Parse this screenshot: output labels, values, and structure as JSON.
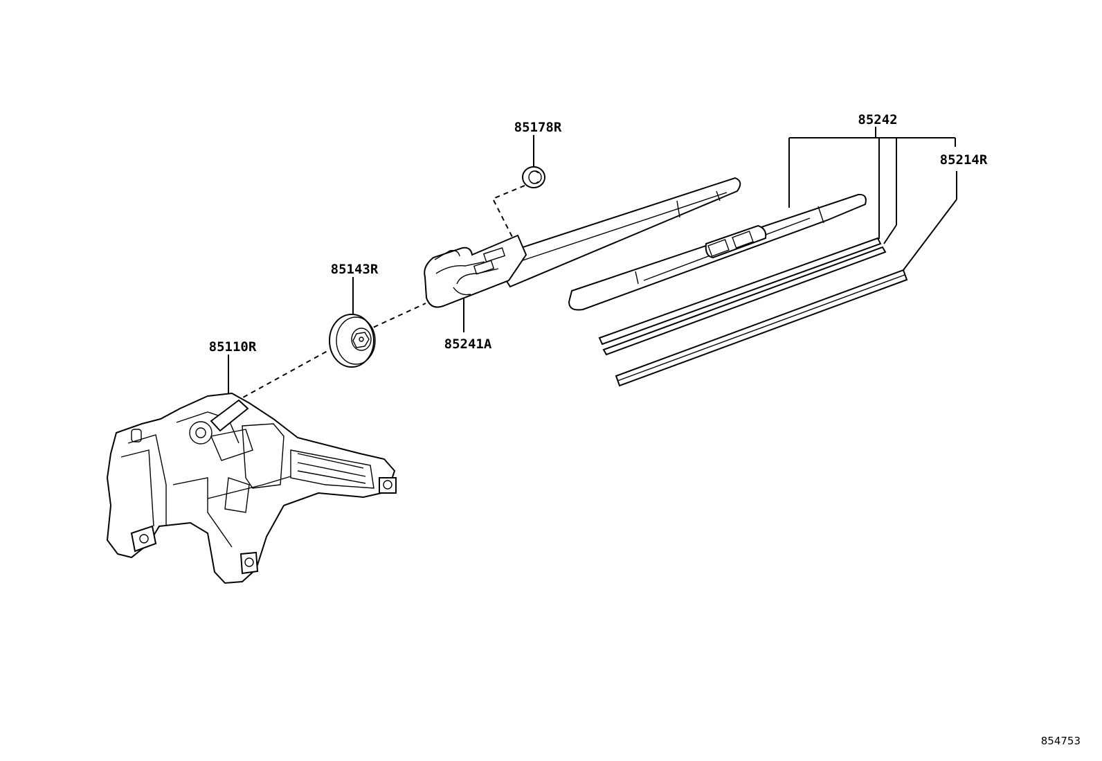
{
  "labels": {
    "grommet": "85178R",
    "blade_assy": "85242",
    "rubber": "85214R",
    "cap": "85143R",
    "arm": "85241A",
    "motor": "85110R"
  },
  "figure_code": "854753",
  "colors": {
    "ink": "#000000",
    "paper": "#ffffff"
  }
}
